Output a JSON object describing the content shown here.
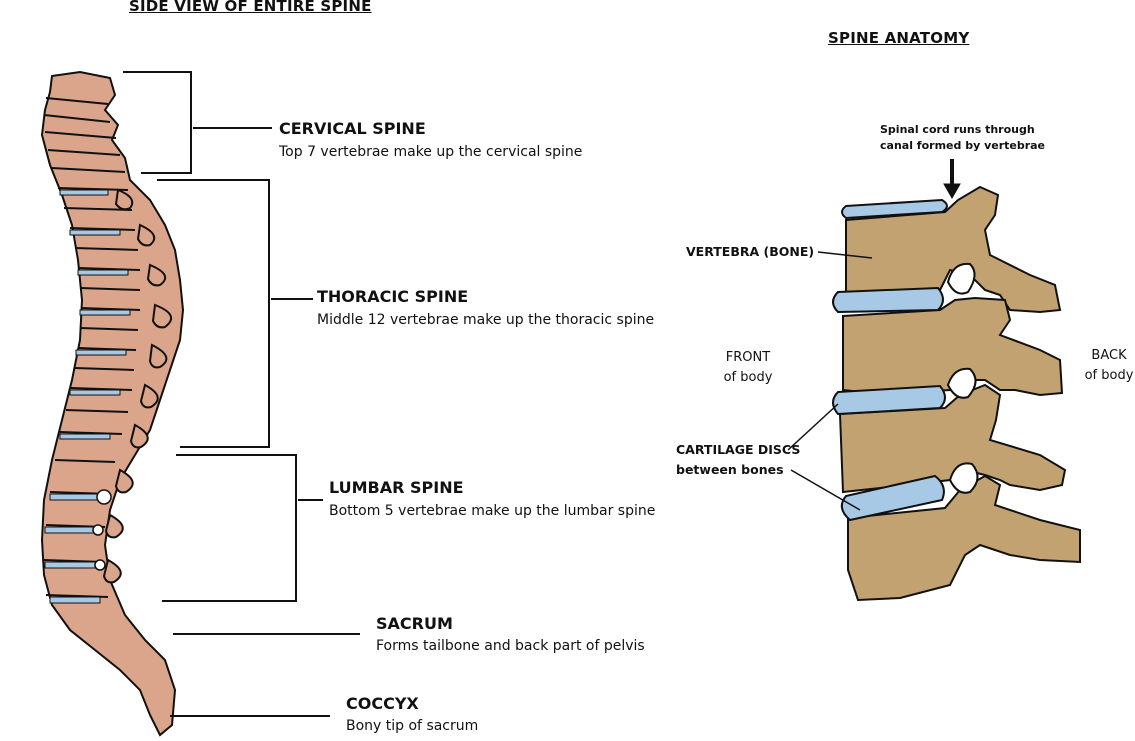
{
  "titles": {
    "left": "SIDE VIEW OF ENTIRE SPINE",
    "right": "SPINE ANATOMY"
  },
  "sections": [
    {
      "name": "CERVICAL SPINE",
      "desc": "Top 7 vertebrae make up the cervical spine"
    },
    {
      "name": "THORACIC SPINE",
      "desc": "Middle 12 vertebrae make up the thoracic spine"
    },
    {
      "name": "LUMBAR SPINE",
      "desc": "Bottom 5 vertebrae make up the lumbar spine"
    },
    {
      "name": "SACRUM",
      "desc": "Forms tailbone and back part of pelvis"
    },
    {
      "name": "COCCYX",
      "desc": "Bony tip of sacrum"
    }
  ],
  "anatomy": {
    "cord_line1": "Spinal cord runs through",
    "cord_line2": "canal formed by vertebrae",
    "vertebra": "VERTEBRA (BONE)",
    "front_line1": "FRONT",
    "front_line2": "of body",
    "back_line1": "BACK",
    "back_line2": "of body",
    "discs_line1": "CARTILAGE DISCS",
    "discs_line2": "between bones"
  },
  "colors": {
    "spine_bone": "#dba58b",
    "anatomy_bone": "#c3a272",
    "disc": "#a7c9e6",
    "outline": "#111111"
  }
}
